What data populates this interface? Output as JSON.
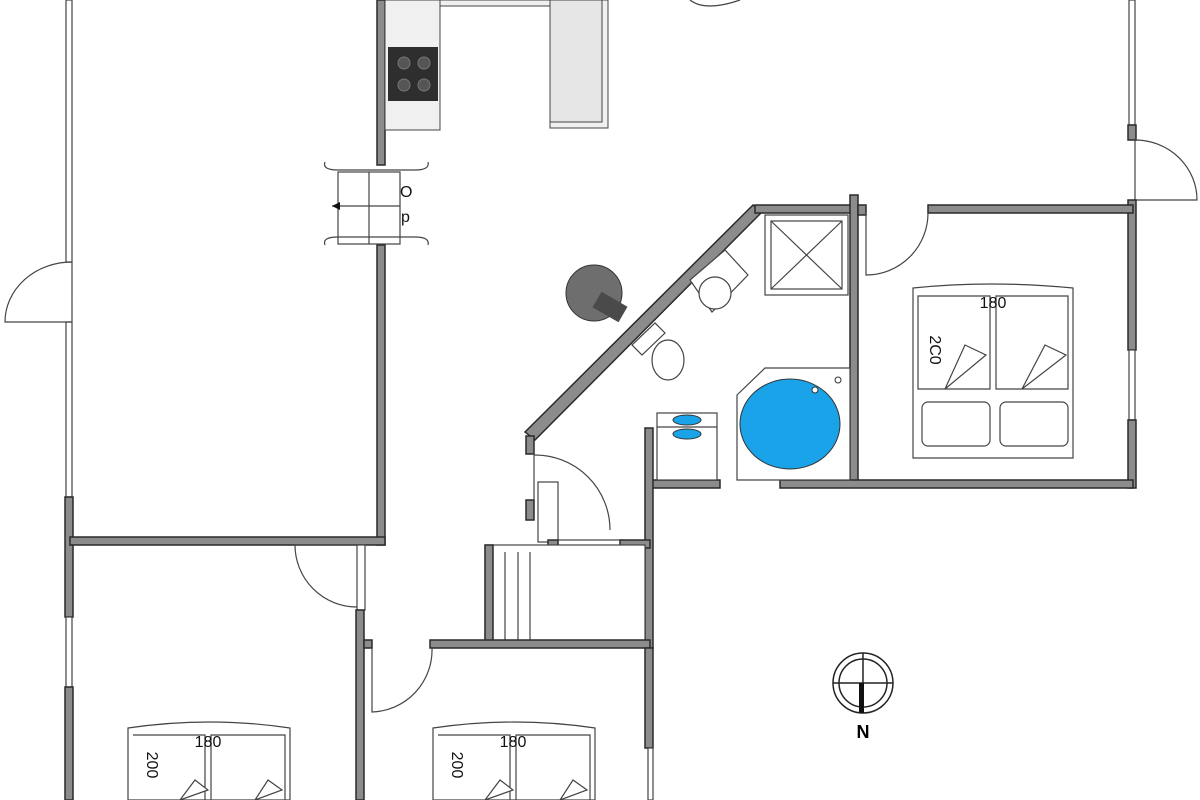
{
  "floorplan": {
    "stairs_label_top": "O",
    "stairs_label_bottom": "p",
    "beds": [
      {
        "room": "bedroom-east",
        "width_label": "180",
        "length_label": "2C0"
      },
      {
        "room": "bedroom-southwest",
        "width_label": "180",
        "length_label": "200"
      },
      {
        "room": "bedroom-south",
        "width_label": "180",
        "length_label": "200"
      }
    ],
    "compass_label": "N",
    "colors": {
      "wall": "#8c8c8c",
      "bathtub": "#1aa3e8",
      "outline": "#2a2a2a"
    }
  }
}
